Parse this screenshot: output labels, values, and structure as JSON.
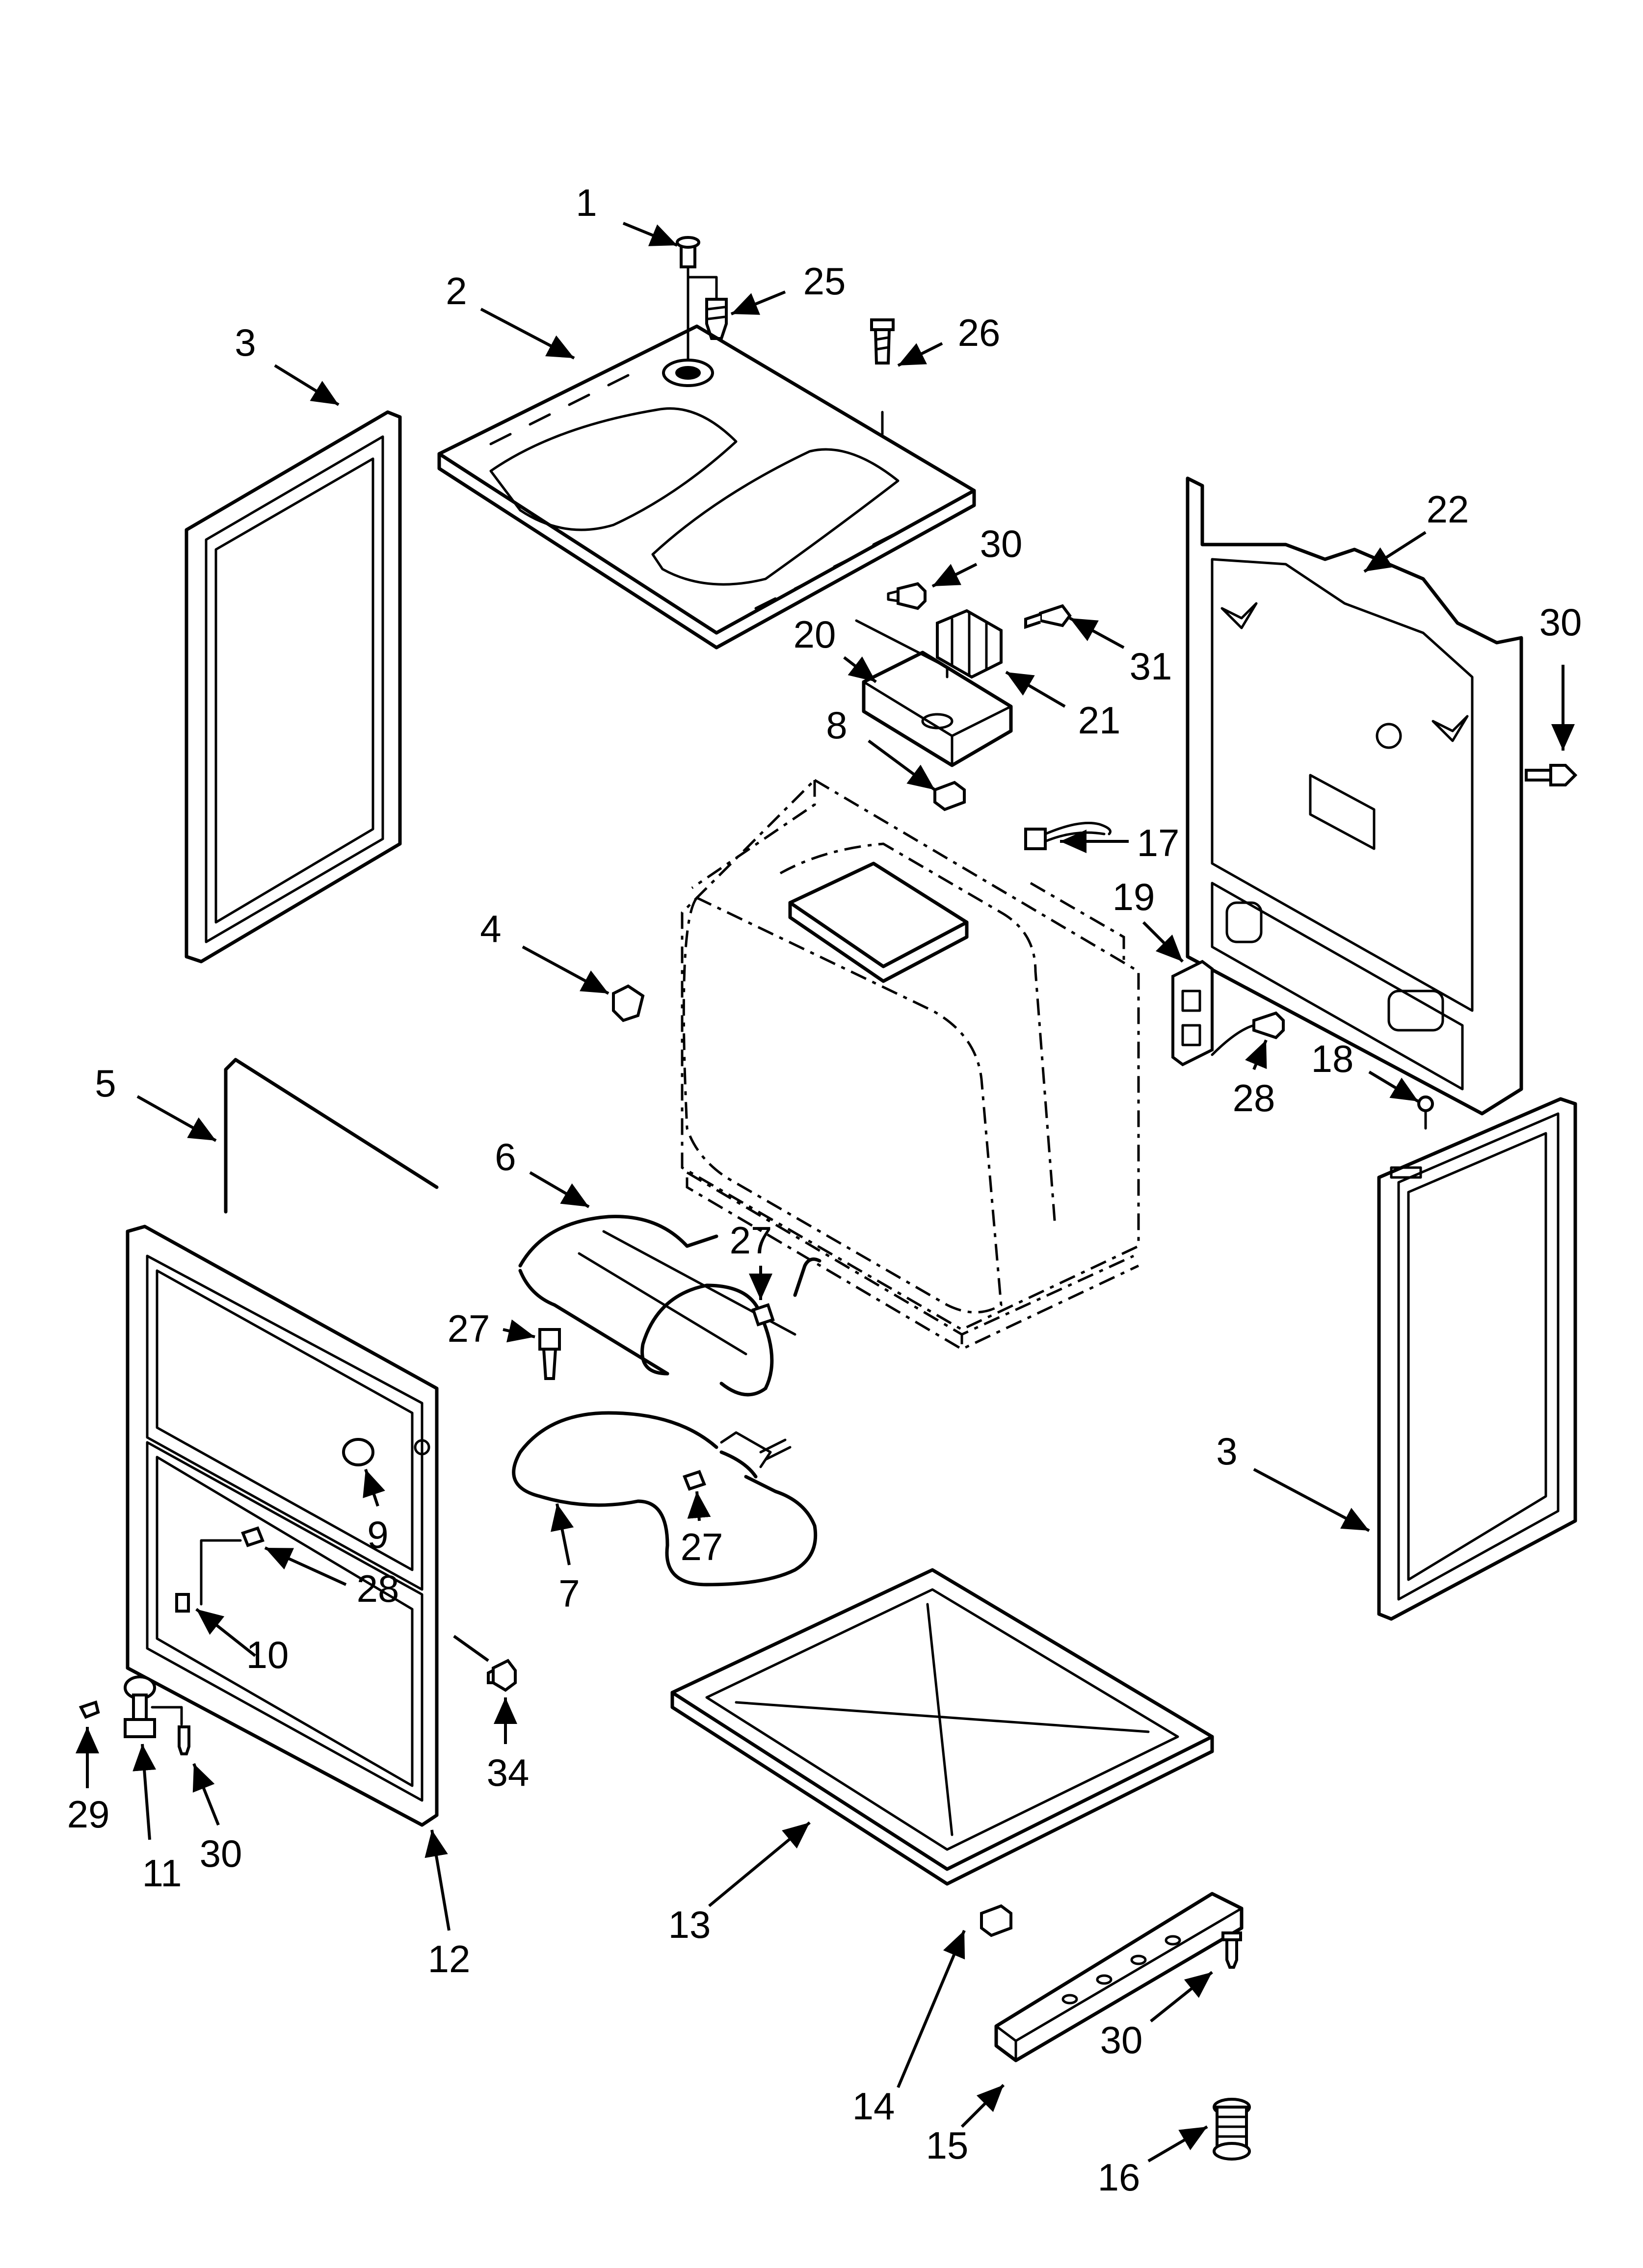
{
  "callouts": [
    {
      "id": "c1",
      "label": "1"
    },
    {
      "id": "c2",
      "label": "2"
    },
    {
      "id": "c3a",
      "label": "3"
    },
    {
      "id": "c3b",
      "label": "3"
    },
    {
      "id": "c4",
      "label": "4"
    },
    {
      "id": "c5",
      "label": "5"
    },
    {
      "id": "c6",
      "label": "6"
    },
    {
      "id": "c7",
      "label": "7"
    },
    {
      "id": "c8",
      "label": "8"
    },
    {
      "id": "c9",
      "label": "9"
    },
    {
      "id": "c10",
      "label": "10"
    },
    {
      "id": "c11",
      "label": "11"
    },
    {
      "id": "c12",
      "label": "12"
    },
    {
      "id": "c13",
      "label": "13"
    },
    {
      "id": "c14",
      "label": "14"
    },
    {
      "id": "c15",
      "label": "15"
    },
    {
      "id": "c16",
      "label": "16"
    },
    {
      "id": "c17",
      "label": "17"
    },
    {
      "id": "c18",
      "label": "18"
    },
    {
      "id": "c19",
      "label": "19"
    },
    {
      "id": "c20",
      "label": "20"
    },
    {
      "id": "c21",
      "label": "21"
    },
    {
      "id": "c22",
      "label": "22"
    },
    {
      "id": "c25",
      "label": "25"
    },
    {
      "id": "c26",
      "label": "26"
    },
    {
      "id": "c27a",
      "label": "27"
    },
    {
      "id": "c27b",
      "label": "27"
    },
    {
      "id": "c27c",
      "label": "27"
    },
    {
      "id": "c28a",
      "label": "28"
    },
    {
      "id": "c28b",
      "label": "28"
    },
    {
      "id": "c29",
      "label": "29"
    },
    {
      "id": "c30a",
      "label": "30"
    },
    {
      "id": "c30b",
      "label": "30"
    },
    {
      "id": "c30c",
      "label": "30"
    },
    {
      "id": "c30d",
      "label": "30"
    },
    {
      "id": "c31",
      "label": "31"
    },
    {
      "id": "c34",
      "label": "34"
    }
  ]
}
